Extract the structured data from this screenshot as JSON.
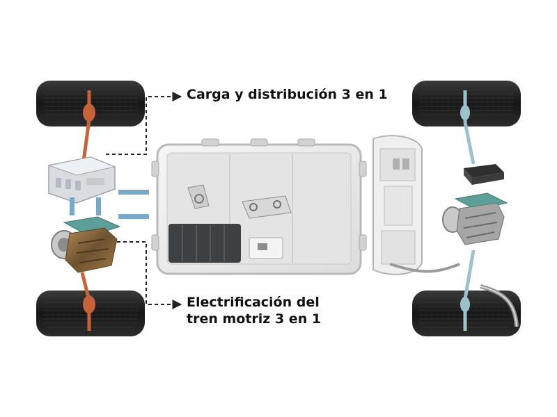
{
  "callouts": {
    "charging": "Carga y distribución 3 en 1",
    "drivetrain_line1": "Electrificación del",
    "drivetrain_line2": "tren motriz 3 en 1"
  },
  "colors": {
    "tire": "#1c1c1c",
    "axle_left": "#c8623a",
    "axle_right": "#9ec2cc",
    "housing": "#ececec",
    "housing_border": "#b9b9b9",
    "motor_teal": "#5d9f99",
    "motor_bronze": "#8a6a3f",
    "connector_blue": "#7aa8c8"
  }
}
